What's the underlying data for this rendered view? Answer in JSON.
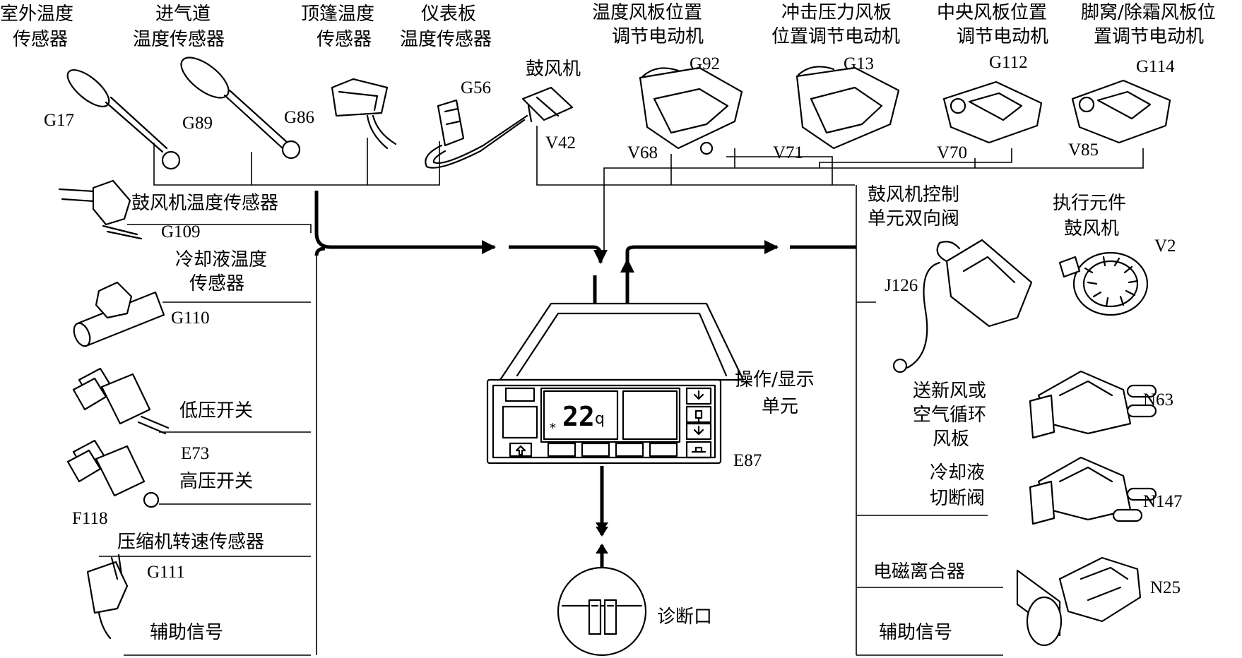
{
  "components": {
    "g17": {
      "label_1": "室外温度",
      "label_2": "传感器",
      "code": "G17"
    },
    "g89": {
      "label_1": "进气道",
      "label_2": "温度传感器",
      "code": "G89"
    },
    "g86": {
      "label_1": "顶篷温度",
      "label_2": "传感器",
      "code": "G86"
    },
    "g56": {
      "label_1": "仪表板",
      "label_2": "温度传感器",
      "code": "G56"
    },
    "v42": {
      "label": "鼓风机",
      "code": "V42"
    },
    "g92": {
      "label_1": "温度风板位置",
      "label_2": "调节电动机",
      "code": "G92",
      "code2": "V68"
    },
    "g13": {
      "label_1": "冲击压力风板",
      "label_2": "位置调节电动机",
      "code": "G13",
      "code2": "V71"
    },
    "g112": {
      "label_1": "中央风板位置",
      "label_2": "调节电动机",
      "code": "G112",
      "code2": "V70"
    },
    "g114": {
      "label_1": "脚窝/除霜风板位",
      "label_2": "置调节电动机",
      "code": "G114",
      "code2": "V85"
    },
    "g109": {
      "label": "鼓风机温度传感器",
      "code": "G109"
    },
    "g110": {
      "label_1": "冷却液温度",
      "label_2": "传感器",
      "code": "G110"
    },
    "e73": {
      "label": "低压开关",
      "code": "E73"
    },
    "f118": {
      "label": "高压开关",
      "code": "F118"
    },
    "g111": {
      "label": "压缩机转速传感器",
      "code": "G111"
    },
    "aux_left": {
      "label": "辅助信号"
    },
    "j126": {
      "label_1": "鼓风机控制",
      "label_2": "单元双向阀",
      "code": "J126"
    },
    "v2": {
      "label_1": "执行元件",
      "label_2": "鼓风机",
      "code": "V2"
    },
    "n63": {
      "label_1": "送新风或",
      "label_2": "空气循环",
      "label_3": "风板",
      "code": "N63"
    },
    "n147": {
      "label_1": "冷却液",
      "label_2": "切断阀",
      "code": "N147"
    },
    "n25": {
      "label": "电磁离合器",
      "code": "N25"
    },
    "aux_right": {
      "label": "辅助信号"
    },
    "e87": {
      "label_1": "操作/显示",
      "label_2": "单元",
      "code": "E87",
      "display_value": "22",
      "display_unit": "q",
      "display_mark": "*"
    },
    "diag": {
      "label": "诊断口"
    }
  }
}
